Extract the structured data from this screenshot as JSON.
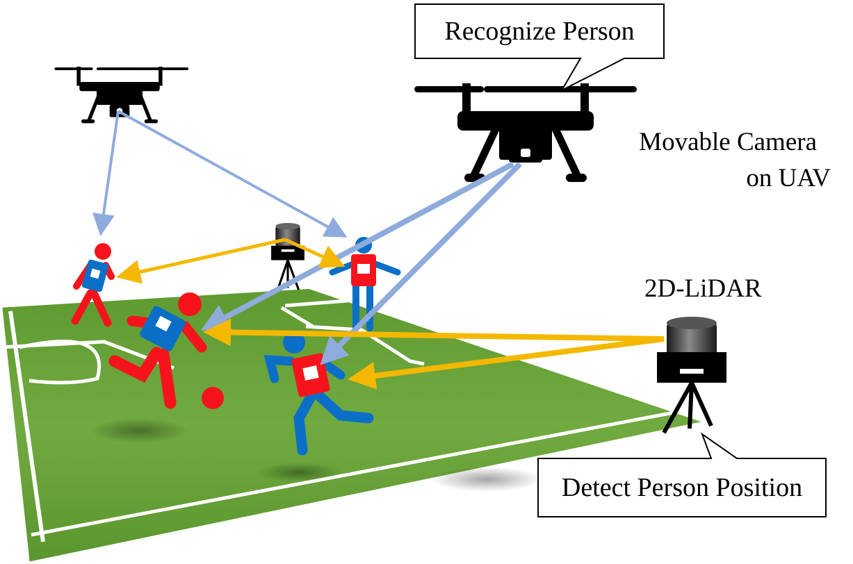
{
  "callouts": {
    "recognize_person": "Recognize Person",
    "detect_person_position": "Detect Person Position"
  },
  "labels": {
    "movable_camera": "Movable Camera",
    "on_uav": "on UAV",
    "lidar": "2D-LiDAR"
  },
  "colors": {
    "field_green": "#6aa238",
    "field_dark": "#4f8a28",
    "field_line": "#ffffff",
    "camera_link": "#8fabdc",
    "lidar_link": "#f5b800",
    "team_red": "#f5141b",
    "team_blue": "#0b6fc7",
    "equipment": "#000000"
  },
  "icons": [
    "uav-drone-icon",
    "lidar-sensor-icon",
    "player-figure-icon",
    "ball-icon"
  ]
}
